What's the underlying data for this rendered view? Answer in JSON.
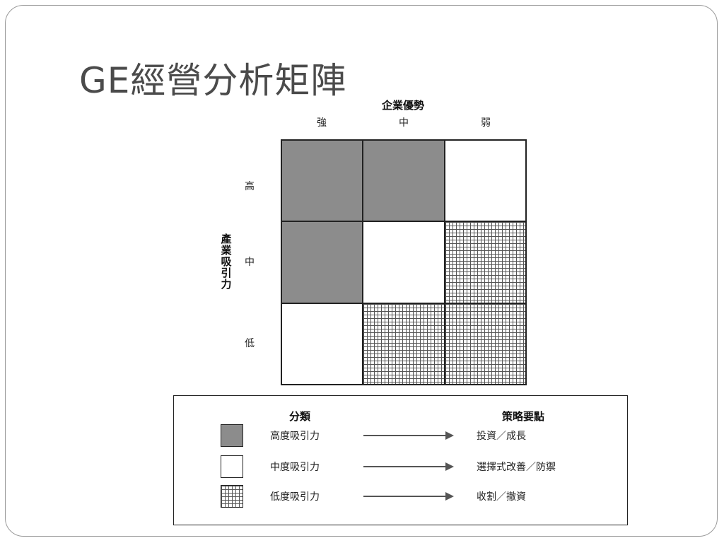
{
  "slide": {
    "title": "GE經營分析矩陣"
  },
  "matrix": {
    "x_axis_title": "企業優勢",
    "x_labels": [
      "強",
      "中",
      "弱"
    ],
    "y_axis_title": [
      "產",
      "業",
      "吸",
      "引",
      "力"
    ],
    "y_labels": [
      "高",
      "中",
      "低"
    ],
    "cells": [
      [
        "high",
        "high",
        "mid"
      ],
      [
        "high",
        "mid",
        "low"
      ],
      [
        "mid",
        "low",
        "low"
      ]
    ]
  },
  "legend": {
    "category_header": "分類",
    "strategy_header": "策略要點",
    "rows": [
      {
        "fill": "high",
        "label": "高度吸引力",
        "strategy": "投資／成長"
      },
      {
        "fill": "mid",
        "label": "中度吸引力",
        "strategy": "選擇式改善／防禦"
      },
      {
        "fill": "low",
        "label": "低度吸引力",
        "strategy": "收割／撤資"
      }
    ]
  },
  "colors": {
    "high_fill": "#8c8c8c",
    "mid_fill": "#ffffff",
    "low_fill_pattern": "grid"
  }
}
